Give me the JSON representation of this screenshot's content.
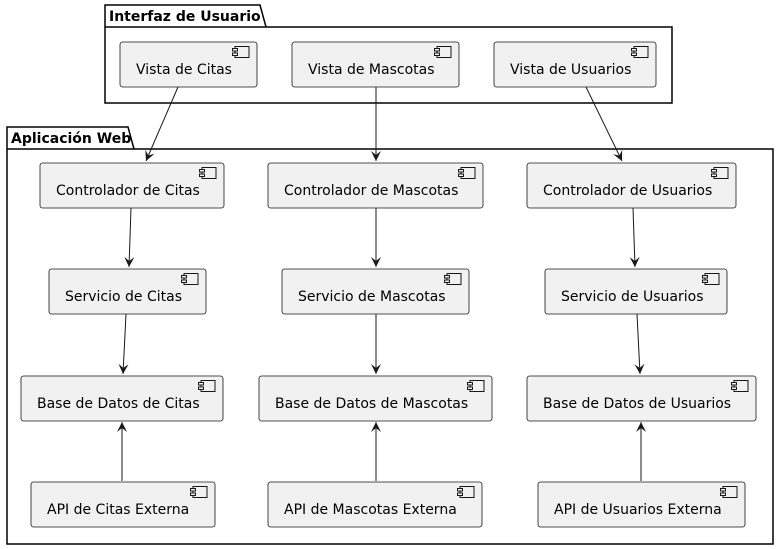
{
  "packages": {
    "ui": {
      "title": "Interfaz de Usuario"
    },
    "web": {
      "title": "Aplicación Web"
    }
  },
  "components": {
    "vista_citas": "Vista de Citas",
    "vista_mascotas": "Vista de Mascotas",
    "vista_usuarios": "Vista de Usuarios",
    "ctrl_citas": "Controlador de Citas",
    "ctrl_mascotas": "Controlador de Mascotas",
    "ctrl_usuarios": "Controlador de Usuarios",
    "serv_citas": "Servicio de Citas",
    "serv_mascotas": "Servicio de Mascotas",
    "serv_usuarios": "Servicio de Usuarios",
    "bd_citas": "Base de Datos de Citas",
    "bd_mascotas": "Base de Datos de Mascotas",
    "bd_usuarios": "Base de Datos de Usuarios",
    "api_citas": "API de Citas Externa",
    "api_mascotas": "API de Mascotas Externa",
    "api_usuarios": "API de Usuarios Externa"
  },
  "colors": {
    "component_fill": "#f1f1f1",
    "component_stroke": "#181818",
    "package_stroke": "#000000",
    "arrow": "#181818"
  }
}
